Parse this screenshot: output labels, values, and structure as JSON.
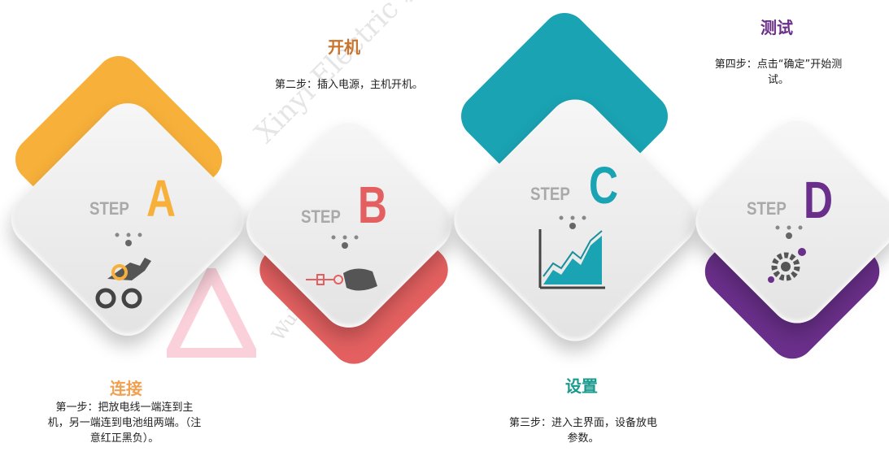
{
  "steps": [
    {
      "label": "STEP",
      "letter": "A",
      "color": "#f7b03a",
      "title": "连接",
      "title_color": "#f0a050",
      "desc": "第一步：把放电线一端连到主机，另一端连到电池组两端。（注意红正黑负）。",
      "icon": "hand-wrench-gears-icon"
    },
    {
      "label": "STEP",
      "letter": "B",
      "color": "#e46060",
      "title": "开机",
      "title_color": "#c8742c",
      "desc": "第二步：插入电源，主机开机。",
      "icon": "hand-plug-icon"
    },
    {
      "label": "STEP",
      "letter": "C",
      "color": "#1aa3b3",
      "title": "设置",
      "title_color": "#1a9a8c",
      "desc": "第三步：进入主界面，设备放电参数。",
      "icon": "rising-chart-icon"
    },
    {
      "label": "STEP",
      "letter": "D",
      "color": "#6a2f8a",
      "title": "测试",
      "title_color": "#6a2f8a",
      "desc": "第四步：点击“确定”开始测试。",
      "icon": "gears-icon"
    }
  ],
  "watermark": "Xinyi Electric 新仪电气",
  "watermark_sub": "Wuhan"
}
